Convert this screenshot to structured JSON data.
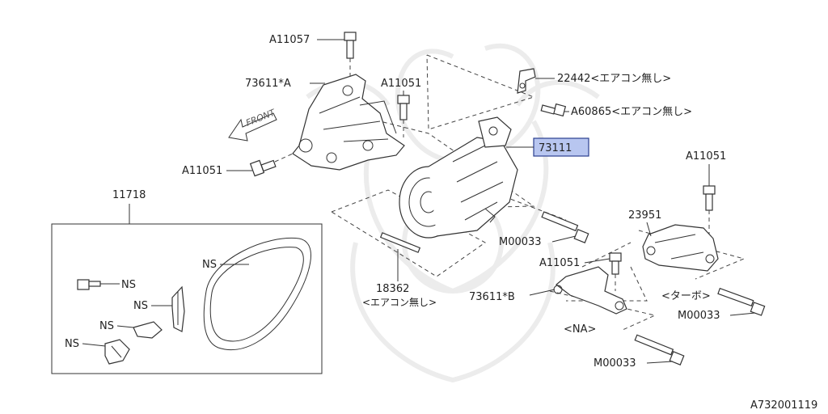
{
  "colors": {
    "highlight_fill": "#b8c6f0",
    "highlight_border": "#2b3f8f",
    "line": "#333333"
  },
  "labels": {
    "front": "FRONT",
    "a11057": "A11057",
    "bracket_a": "73611*A",
    "a11051_top": "A11051",
    "a11051_left": "A11051",
    "part22442": "22442<エアコン無し>",
    "a60865": "A60865<エアコン無し>",
    "compressor": "73111",
    "belt_group": "11718",
    "ns_belt": "NS",
    "ns_bolt": "NS",
    "ns_clip": "NS",
    "ns_hose": "NS",
    "ns_bracket": "NS",
    "m00033_center": "M00033",
    "stud": "18362",
    "stud_note": "<エアコン無し>",
    "a11051_mid": "A11051",
    "bracket_b": "73611*B",
    "na": "<NA>",
    "m00033_bottom": "M00033",
    "a11051_right": "A11051",
    "part23951": "23951",
    "turbo": "<ターボ>",
    "m00033_right": "M00033",
    "diagram_id": "A732001119"
  }
}
